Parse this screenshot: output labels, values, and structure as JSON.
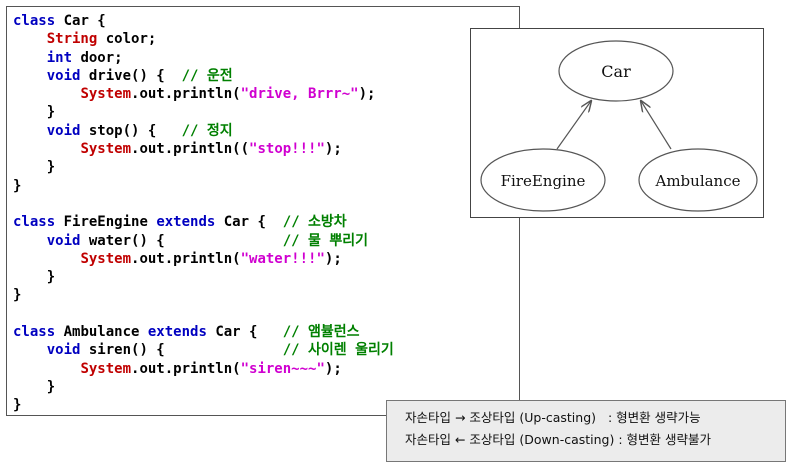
{
  "code": {
    "car": {
      "decl": [
        "class",
        " Car {"
      ],
      "field1": [
        "String",
        " color;"
      ],
      "field2": [
        "int",
        " door;"
      ],
      "drive": [
        "void",
        " drive() {  ",
        "// 운전"
      ],
      "drive_body": [
        "System",
        ".out.println(",
        "\"drive, Brrr~\"",
        ");"
      ],
      "close1": "}",
      "stop": [
        "void",
        " stop() {   ",
        "// 정지"
      ],
      "stop_body": [
        "System",
        ".out.println((",
        "\"stop!!!\"",
        ");"
      ],
      "close2": "}",
      "end": "}"
    },
    "fire": {
      "decl": [
        "class",
        " FireEngine ",
        "extends",
        " Car {  ",
        "// 소방차"
      ],
      "method": [
        "void",
        " water() {              ",
        "// 물 뿌리기"
      ],
      "body": [
        "System",
        ".out.println(",
        "\"water!!!\"",
        ");"
      ],
      "close": "}",
      "end": "}"
    },
    "amb": {
      "decl": [
        "class",
        " Ambulance ",
        "extends",
        " Car {   ",
        "// 앰뷸런스"
      ],
      "method": [
        "void",
        " siren() {              ",
        "// 사이렌 울리기"
      ],
      "body": [
        "System",
        ".out.println(",
        "\"siren~~~\"",
        ");"
      ],
      "close": "}",
      "end": "}"
    }
  },
  "diagram": {
    "parent": "Car",
    "child_left": "FireEngine",
    "child_right": "Ambulance"
  },
  "note": {
    "line1": "자손타입 → 조상타입 (Up-casting)   : 형변환 생략가능",
    "line2": "자손타입 ← 조상타입 (Down-casting) : 형변환 생략불가"
  }
}
